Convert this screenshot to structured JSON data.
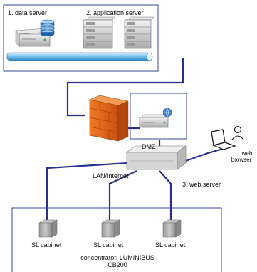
{
  "labels": {
    "data_server": "1. data server",
    "application_server": "2. application server",
    "dmz": "DMZ",
    "web_browser_line1": "web",
    "web_browser_line2": "browser",
    "web_server": "3. web server",
    "lan_internet": "LAN/Internet",
    "cabinet_1": "SL cabinet",
    "cabinet_2": "SL cabinet",
    "cabinet_3": "SL cabinet",
    "concentrators_line1": "concentratori LUMINIBUS",
    "concentrators_line2": "CB200"
  },
  "icons": {
    "data_server": "server-with-database-icon",
    "application_servers": "rack-server-icon",
    "network_bus": "network-bus-pipe-icon",
    "firewall": "firewall-icon",
    "dmz_server": "web-server-icon",
    "switch": "network-switch-icon",
    "laptop": "laptop-icon",
    "user": "user-icon",
    "cabinet": "cabinet-icon"
  },
  "colors": {
    "link": "#2a2f8f",
    "frame": "#3a4a9a",
    "bus": "#6ab6e8",
    "firewall": "#e0661a"
  }
}
